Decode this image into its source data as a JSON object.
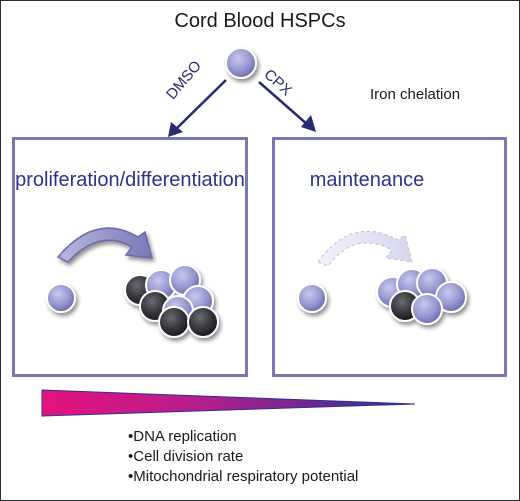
{
  "title": "Cord Blood HSPCs",
  "branch_left_label": "DMSO",
  "branch_right_label": "CPX",
  "side_note": "Iron chelation",
  "panels": [
    {
      "label": "proliferation/differentiation"
    },
    {
      "label": "maintenance"
    }
  ],
  "bullets": [
    "DNA replication",
    "Cell division rate",
    "Mitochondrial respiratory potential"
  ],
  "colors": {
    "panel_border": "#7b78b6",
    "panel_text": "#2f3192",
    "arrow": "#2a2a72",
    "cell_light": "#9a9ad4",
    "cell_dark": "#2e2e33",
    "gradient_start": "#e6127d",
    "gradient_end": "#2e3192"
  }
}
